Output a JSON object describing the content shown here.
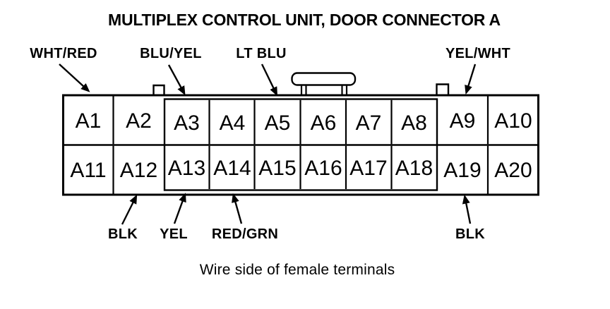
{
  "title": "MULTIPLEX CONTROL UNIT, DOOR CONNECTOR A",
  "caption": "Wire side of female terminals",
  "colors": {
    "ink": "#000000",
    "paper": "#ffffff"
  },
  "connector": {
    "rows": 2,
    "cols": 10,
    "pins": [
      "A1",
      "A2",
      "A3",
      "A4",
      "A5",
      "A6",
      "A7",
      "A8",
      "A9",
      "A10",
      "A11",
      "A12",
      "A13",
      "A14",
      "A15",
      "A16",
      "A17",
      "A18",
      "A19",
      "A20"
    ]
  },
  "wire_labels": {
    "top": [
      {
        "label": "WHT/RED",
        "pin": "A1"
      },
      {
        "label": "BLU/YEL",
        "pin": "A3"
      },
      {
        "label": "LT BLU",
        "pin": "A5"
      },
      {
        "label": "YEL/WHT",
        "pin": "A9"
      }
    ],
    "bottom": [
      {
        "label": "BLK",
        "pin": "A12"
      },
      {
        "label": "YEL",
        "pin": "A13"
      },
      {
        "label": "RED/GRN",
        "pin": "A14"
      },
      {
        "label": "BLK",
        "pin": "A19"
      }
    ]
  }
}
